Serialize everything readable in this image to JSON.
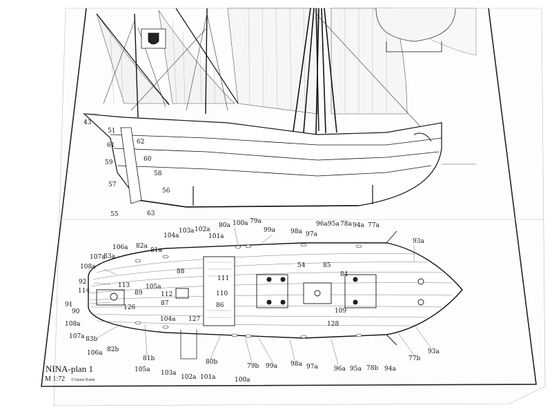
{
  "title_block": {
    "title": "NINA-plan 1",
    "scale": "M 1:72",
    "author": "© Daniel Dušek"
  },
  "side_view_labels": [
    "43",
    "51",
    "61",
    "62",
    "60",
    "59",
    "58",
    "57",
    "56",
    "55",
    "63"
  ],
  "deck_plan_labels": {
    "top": [
      "106a",
      "82a",
      "81a",
      "104a",
      "103a",
      "102a",
      "101a",
      "80a",
      "100a",
      "79a",
      "99a",
      "98a",
      "97a",
      "96a",
      "95a",
      "78a",
      "94a",
      "77a",
      "93a"
    ],
    "left": [
      "107a",
      "83a",
      "108a",
      "92",
      "114",
      "113",
      "105a",
      "89",
      "112",
      "88",
      "91",
      "90",
      "87",
      "126",
      "108a",
      "107a",
      "83b",
      "106a",
      "82b",
      "104a",
      "127"
    ],
    "center": [
      "111",
      "110",
      "86",
      "54",
      "85",
      "84",
      "109",
      "128"
    ],
    "bottom": [
      "81b",
      "105a",
      "103a",
      "102a",
      "101a",
      "80b",
      "79b",
      "100a",
      "99a",
      "98a",
      "97a",
      "96a",
      "95a",
      "78b",
      "94a",
      "77b",
      "93a"
    ]
  },
  "colors": {
    "ink": "#111111",
    "paper": "#fdfdfd",
    "background": "#ffffff",
    "frame": "#222222"
  }
}
